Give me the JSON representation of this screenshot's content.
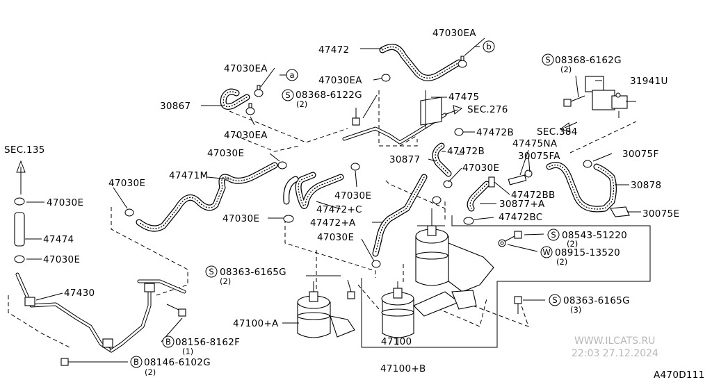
{
  "diagram_id": "A470D111",
  "watermark": {
    "site": "WWW.ILCATS.RU",
    "datetime": "22:03 27.12.2024"
  },
  "labels": {
    "l_47472_top": "47472",
    "l_47030ea_tr": "47030EA",
    "l_b_circ": "b",
    "l_47030ea_tl": "47030EA",
    "l_a_circ": "a",
    "l_47030ea_mid": "47030EA",
    "l_30867": "30867",
    "l_08368_6122g": "08368-6122G",
    "l_08368_6122g_q": "(2)",
    "l_47030ea_low": "47030EA",
    "l_47475": "47475",
    "l_sec276": "SEC.276",
    "l_47472b_a": "47472B",
    "l_47472b_b": "47472B",
    "l_08368_6162g": "08368-6162G",
    "l_08368_6162g_q": "(2)",
    "l_31941u": "31941U",
    "l_sec384": "SEC.384",
    "l_47475na": "47475NA",
    "l_30075fa": "30075FA",
    "l_30075f": "30075F",
    "l_30878": "30878",
    "l_30075e": "30075E",
    "l_sec135": "SEC.135",
    "l_47030e_a": "47030E",
    "l_47471m": "47471M",
    "l_47030e_b": "47030E",
    "l_30877": "30877",
    "l_47030e_c": "47030E",
    "l_47472bb": "47472BB",
    "l_30877a": "30877+A",
    "l_47030e_d": "47030E",
    "l_47030e_e": "47030E",
    "l_47472c": "47472+C",
    "l_47030e_f": "47030E",
    "l_47472a": "47472+A",
    "l_47472bc": "47472BC",
    "l_08543_51220": "08543-51220",
    "l_08543_51220_q": "(2)",
    "l_47030e_g": "47030E",
    "l_08915_13520": "08915-13520",
    "l_08915_13520_q": "(2)",
    "l_47474": "47474",
    "l_47030e_h": "47030E",
    "l_08363_6165g_a": "08363-6165G",
    "l_08363_6165g_a_q": "(2)",
    "l_47430": "47430",
    "l_08363_6165g_b": "08363-6165G",
    "l_08363_6165g_b_q": "(3)",
    "l_47100a": "47100+A",
    "l_47100": "47100",
    "l_08156_8162f": "08156-8162F",
    "l_08156_8162f_q": "(1)",
    "l_08146_6102g": "08146-6102G",
    "l_08146_6102g_q": "(2)",
    "l_47100b": "47100+B"
  },
  "markers": {
    "S": "S",
    "W": "W",
    "B": "B"
  }
}
